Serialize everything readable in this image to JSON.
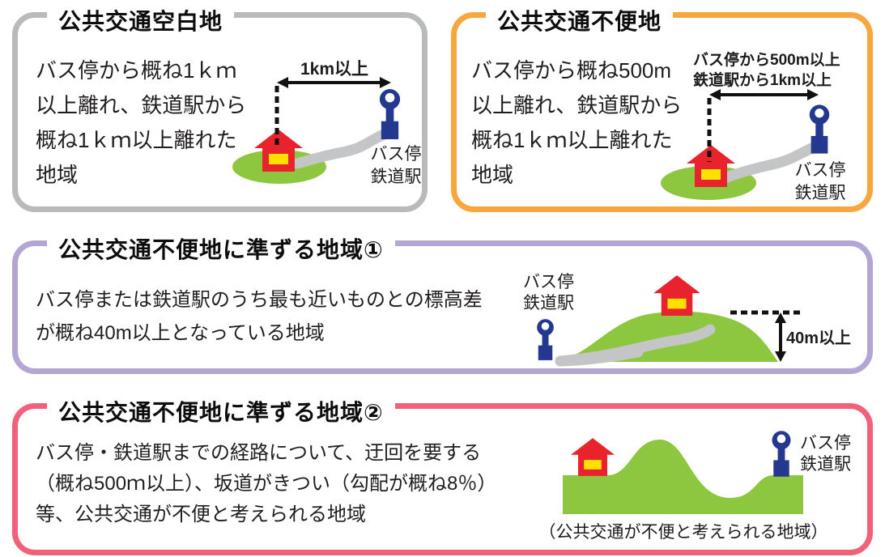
{
  "colors": {
    "box1_border": "#b9babc",
    "box2_border": "#f7a73e",
    "box3_border": "#b4a6d3",
    "box4_border": "#f2617a",
    "text": "#1f1f1f",
    "house_red": "#e8232d",
    "window_yellow": "#ffe100",
    "ground_green": "#8dc63f",
    "road_gray": "#c4c5c7",
    "busstop_blue": "#24388f",
    "line_black": "#111111"
  },
  "labels": {
    "bus_stop": "バス停",
    "station": "鉄道駅"
  },
  "boxes": [
    {
      "title": "公共交通空白地",
      "body": "バス停から概ね1ｋｍ\n以上離れ、鉄道駅から\n概ね1ｋｍ以上離れた\n地域",
      "distance_label": "1km以上"
    },
    {
      "title": "公共交通不便地",
      "body": "バス停から概ね500m\n以上離れ、鉄道駅から\n概ね1ｋｍ以上離れた\n地域",
      "arrow_label_line1": "バス停から500m以上",
      "arrow_label_line2": "鉄道駅から1km以上"
    },
    {
      "title": "公共交通不便地に準ずる地域①",
      "body": "バス停または鉄道駅のうち最も近いものとの標高差\nが概ね40m以上となっている地域",
      "height_label": "40m以上"
    },
    {
      "title": "公共交通不便地に準ずる地域②",
      "body": "バス停・鉄道駅までの経路について、迂回を要する\n（概ね500ｍ以上）、坂道がきつい（勾配が概ね8％）\n等、公共交通が不便と考えられる地域",
      "caption": "（公共交通が不便と考えられる地域）"
    }
  ]
}
